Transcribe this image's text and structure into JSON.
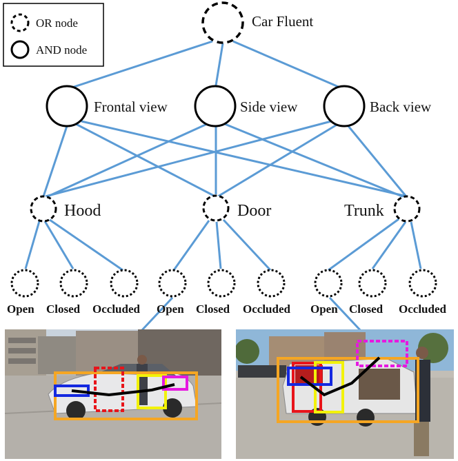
{
  "legend": {
    "or_label": "OR node",
    "and_label": "AND node"
  },
  "root": {
    "label": "Car Fluent"
  },
  "views": [
    {
      "label": "Frontal view"
    },
    {
      "label": "Side view"
    },
    {
      "label": "Back view"
    }
  ],
  "parts": [
    {
      "label": "Hood"
    },
    {
      "label": "Door"
    },
    {
      "label": "Trunk"
    }
  ],
  "states": [
    {
      "label": "Open"
    },
    {
      "label": "Closed"
    },
    {
      "label": "Occluded"
    },
    {
      "label": "Open"
    },
    {
      "label": "Closed"
    },
    {
      "label": "Occluded"
    },
    {
      "label": "Open"
    },
    {
      "label": "Closed"
    },
    {
      "label": "Occluded"
    }
  ],
  "colors": {
    "edge": "#5b9bd5",
    "node_stroke": "#000000",
    "box_orange": "#f5a623",
    "box_red": "#e8141a",
    "box_yellow": "#f2f20a",
    "box_blue": "#1428e0",
    "box_magenta": "#e619e0"
  },
  "photos": [
    {
      "description_icon": "side-view-car-photo"
    },
    {
      "description_icon": "back-view-car-photo"
    }
  ]
}
